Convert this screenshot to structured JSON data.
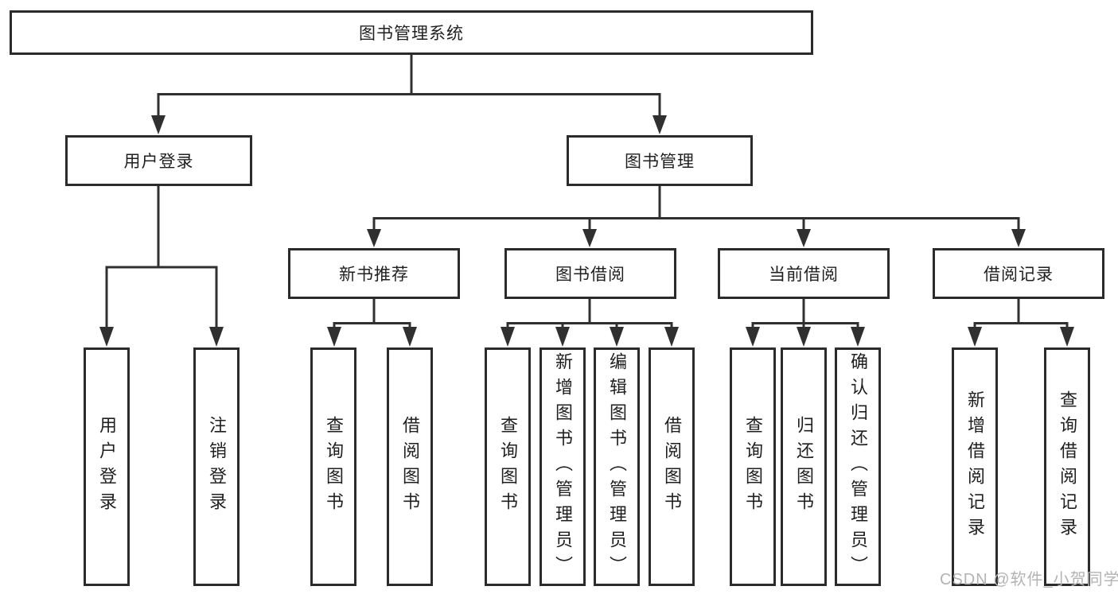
{
  "tree": {
    "label": "图书管理系统",
    "children": [
      {
        "label": "用户登录",
        "children": [
          {
            "label": "用户登录"
          },
          {
            "label": "注销登录"
          }
        ]
      },
      {
        "label": "图书管理",
        "children": [
          {
            "label": "新书推荐",
            "children": [
              {
                "label": "查询图书"
              },
              {
                "label": "借阅图书"
              }
            ]
          },
          {
            "label": "图书借阅",
            "children": [
              {
                "label": "查询图书"
              },
              {
                "label": "新增图书（管理员）"
              },
              {
                "label": "编辑图书（管理员）"
              },
              {
                "label": "借阅图书"
              }
            ]
          },
          {
            "label": "当前借阅",
            "children": [
              {
                "label": "查询图书"
              },
              {
                "label": "归还图书"
              },
              {
                "label": "确认归还（管理员）"
              }
            ]
          },
          {
            "label": "借阅记录",
            "children": [
              {
                "label": "新增借阅记录"
              },
              {
                "label": "查询借阅记录"
              }
            ]
          }
        ]
      }
    ]
  },
  "watermark": {
    "text": "CSDN @软件_小贺同学"
  },
  "colors": {
    "background": "#ffffff",
    "line": "#303030",
    "border": "#2b2b2b",
    "text": "#1f1f1f",
    "watermark": "#b3b3b3"
  }
}
